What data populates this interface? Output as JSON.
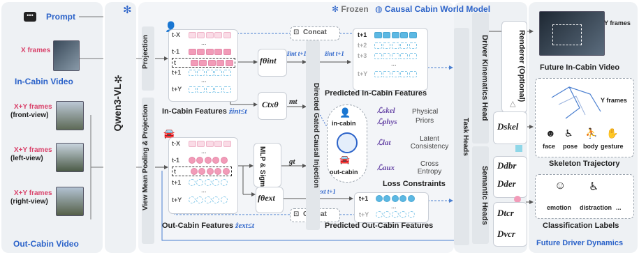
{
  "legend": {
    "frozen": "Frozen",
    "world_model": "Causal Cabin World Model"
  },
  "inputs": {
    "prompt": "Prompt",
    "x_frames": "X frames",
    "in_cabin_video": "In-Cabin Video",
    "front_frames": "X+Y frames",
    "front_view": "(front-view)",
    "left_frames": "X+Y frames",
    "left_view": "(left-view)",
    "right_frames": "X+Y frames",
    "right_view": "(right-view)",
    "out_cabin_video": "Out-Cabin Video"
  },
  "backbone": "Qwen3-VL",
  "projection": "Projection",
  "view_pool": "View Mean Pooling & Projection",
  "in_rows": [
    "t-X",
    "...",
    "t-1",
    "t",
    "t+1",
    "...",
    "t+Y"
  ],
  "in_features_label": "In-Cabin Features",
  "in_features_sym": "ẑint≤t",
  "out_rows": [
    "t-X",
    "...",
    "t-1",
    "t",
    "t+1",
    "...",
    "t+Y"
  ],
  "out_features_label": "Out-Cabin Features",
  "out_features_sym": "ẑext≤t",
  "modules": {
    "f_int": "fθint",
    "ctx": "Ctxθ",
    "mlp": "MLP & Sigmoid",
    "f_ext": "fθext"
  },
  "signals": {
    "z_int_hat": "z̃int t+1",
    "z_int_hat2": "ẑint t+1",
    "m_t": "mt",
    "g_t": "gt",
    "z_ext_hat": "ẑext t+1"
  },
  "concat": "Concat",
  "dgci": "Directed Gated Causal Injection",
  "pred_in_rows": [
    "t+1",
    "t+2",
    "t+3",
    "...",
    "t+Y"
  ],
  "pred_in_label": "Predicted In-Cabin Features",
  "pred_out_rows": [
    "t+1",
    "...",
    "t+Y"
  ],
  "pred_out_label": "Predicted Out-Cabin Features",
  "cabin": {
    "in": "in-cabin",
    "out": "out-cabin"
  },
  "losses": [
    {
      "sym": "ℒskel",
      "desc": "Physical"
    },
    {
      "sym": "ℒphys",
      "desc": "Priors"
    },
    {
      "sym": "ℒlat",
      "desc": "Latent Consistency"
    },
    {
      "sym": "ℒaux",
      "desc": "Cross Entropy"
    }
  ],
  "loss_title": "Loss Constraints",
  "task_heads": "Task Heads",
  "kin_head": "Driver Kinematics Head",
  "semantic_heads": "Semantic Heads",
  "renderer": "Renderer (Optional)",
  "d_skel": "Dskel",
  "d_heads": [
    "Ddbr",
    "Dder",
    "Dtcr",
    "Dvcr"
  ],
  "outputs": {
    "y_frames_1": "Y frames",
    "future_video": "Future In-Cabin Video",
    "y_frames_2": "Y frames",
    "skel_parts": [
      "face",
      "pose",
      "body",
      "gesture"
    ],
    "skeleton": "Skeleton Trajectory",
    "cls": [
      "emotion",
      "distraction",
      "..."
    ],
    "class_labels": "Classification Labels",
    "future_dyn": "Future Driver Dynamics"
  }
}
